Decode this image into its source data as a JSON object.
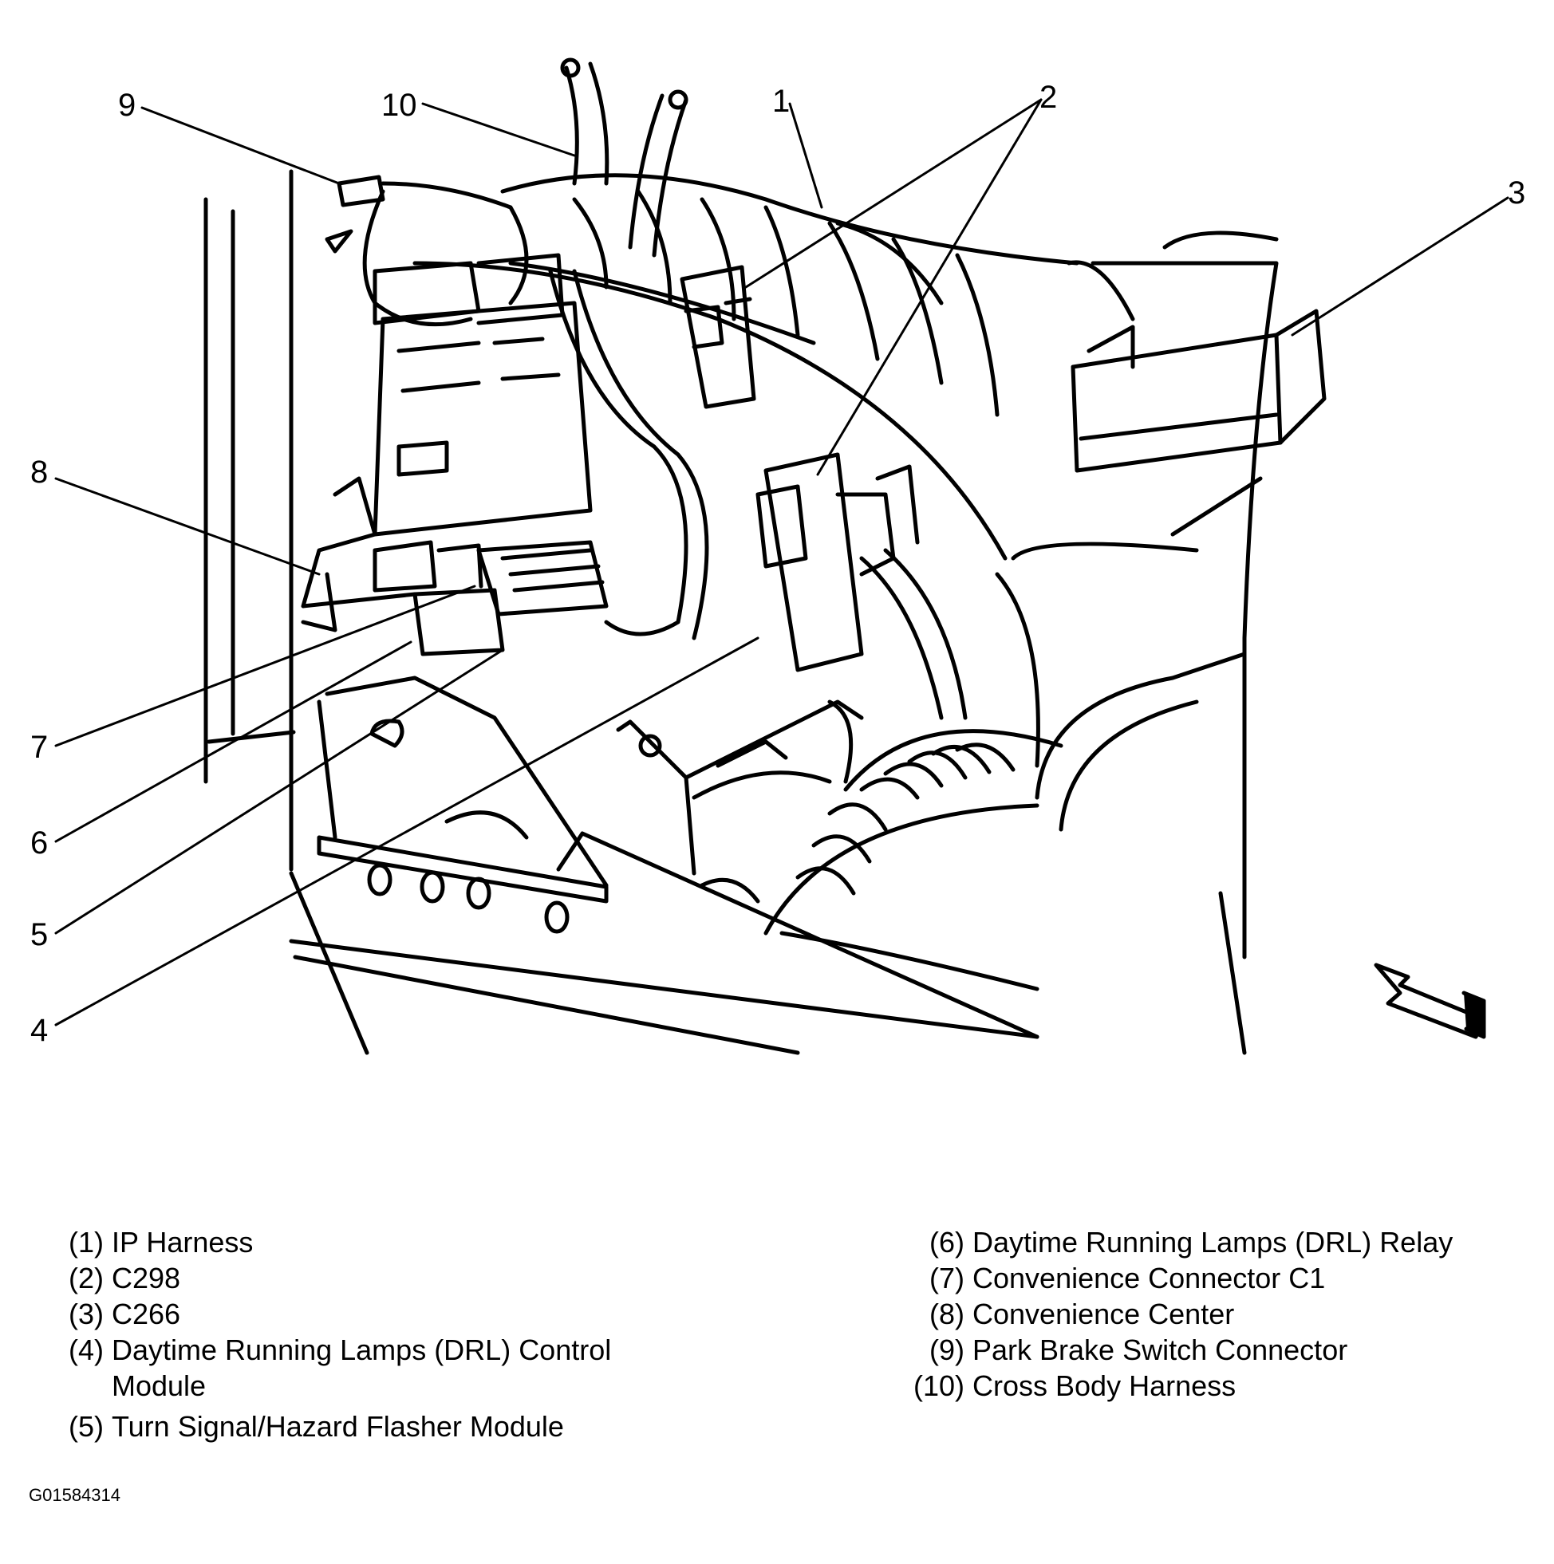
{
  "callouts": [
    "1",
    "2",
    "3",
    "4",
    "5",
    "6",
    "7",
    "8",
    "9",
    "10"
  ],
  "legend": {
    "left": [
      {
        "num": "(1)",
        "label": "IP Harness"
      },
      {
        "num": "(2)",
        "label": "C298"
      },
      {
        "num": "(3)",
        "label": "C266"
      },
      {
        "num": "(4)",
        "label": "Daytime Running Lamps (DRL) Control Module"
      },
      {
        "num": "(5)",
        "label": "Turn Signal/Hazard Flasher Module"
      }
    ],
    "right": [
      {
        "num": "(6)",
        "label": "Daytime Running Lamps (DRL) Relay"
      },
      {
        "num": "(7)",
        "label": "Convenience Connector C1"
      },
      {
        "num": "(8)",
        "label": "Convenience Center"
      },
      {
        "num": "(9)",
        "label": "Park Brake Switch Connector"
      },
      {
        "num": "(10)",
        "label": "Cross Body Harness"
      }
    ]
  },
  "figure_id": "G01584314"
}
